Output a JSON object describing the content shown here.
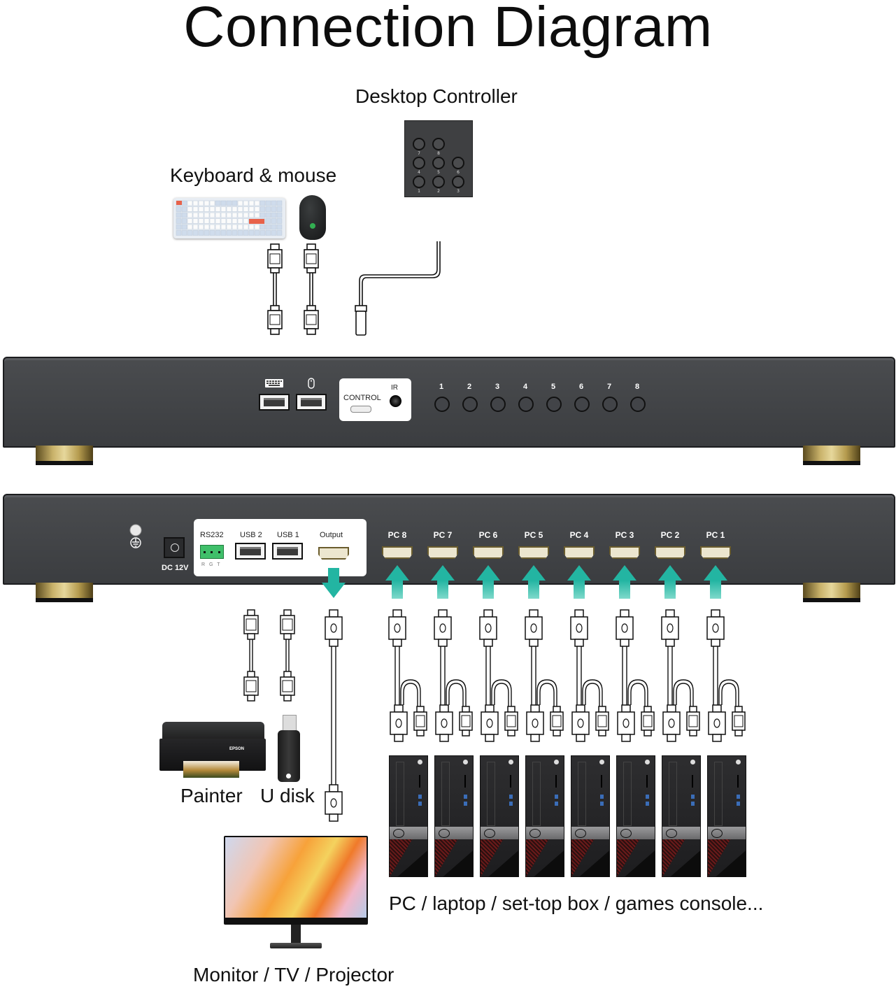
{
  "title": "Connection Diagram",
  "labels": {
    "desktop_controller": "Desktop Controller",
    "keyboard_mouse": "Keyboard & mouse",
    "printer": "Painter",
    "udisk": "U disk",
    "monitor": "Monitor / TV / Projector",
    "sources": "PC / laptop / set-top box / games console..."
  },
  "controller": {
    "buttons": [
      "7",
      "8",
      "4",
      "5",
      "6",
      "1",
      "2",
      "3"
    ]
  },
  "front_panel": {
    "keyboard_port_icon": "keyboard-icon",
    "mouse_port_icon": "mouse-icon",
    "control_label": "CONTROL",
    "ir_label": "IR",
    "buttons": [
      "1",
      "2",
      "3",
      "4",
      "5",
      "6",
      "7",
      "8"
    ]
  },
  "rear_panel": {
    "ground_icon": "ground-icon",
    "dc_label": "DC 12V",
    "rs232_label": "RS232",
    "rs232_pins": "R G T",
    "usb2_label": "USB 2",
    "usb1_label": "USB 1",
    "output_label": "Output",
    "pc_ports": [
      "PC 8",
      "PC 7",
      "PC 6",
      "PC 5",
      "PC 4",
      "PC 3",
      "PC 2",
      "PC 1"
    ]
  },
  "colors": {
    "arrow": "#23b5a2",
    "panel": "#424447",
    "foot_gold": "#c9b26a"
  }
}
